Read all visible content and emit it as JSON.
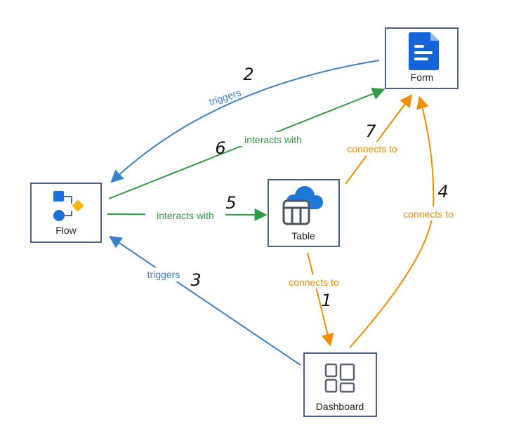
{
  "colors": {
    "blue": "#3b82c8",
    "green": "#2e9e44",
    "orange": "#ef8f00",
    "node_border": "#1f3a6e"
  },
  "nodes": {
    "form": {
      "label": "Form",
      "icon": "form-document-icon"
    },
    "flow": {
      "label": "Flow",
      "icon": "flow-icon"
    },
    "table": {
      "label": "Table",
      "icon": "table-cloud-icon"
    },
    "dashboard": {
      "label": "Dashboard",
      "icon": "dashboard-icon"
    }
  },
  "edges": [
    {
      "id": "form-to-flow",
      "label": "triggers",
      "step": "2",
      "color": "blue"
    },
    {
      "id": "flow-to-form",
      "label": "interacts with",
      "step": "6",
      "color": "green"
    },
    {
      "id": "table-to-form",
      "label": "connects to",
      "step": "7",
      "color": "orange"
    },
    {
      "id": "flow-to-table",
      "label": "interacts with",
      "step": "5",
      "color": "green"
    },
    {
      "id": "dashboard-to-form",
      "label": "connects to",
      "step": "4",
      "color": "orange"
    },
    {
      "id": "table-to-dashboard",
      "label": "connects to",
      "step": "1",
      "color": "orange"
    },
    {
      "id": "dashboard-to-flow",
      "label": "triggers",
      "step": "3",
      "color": "blue"
    }
  ]
}
